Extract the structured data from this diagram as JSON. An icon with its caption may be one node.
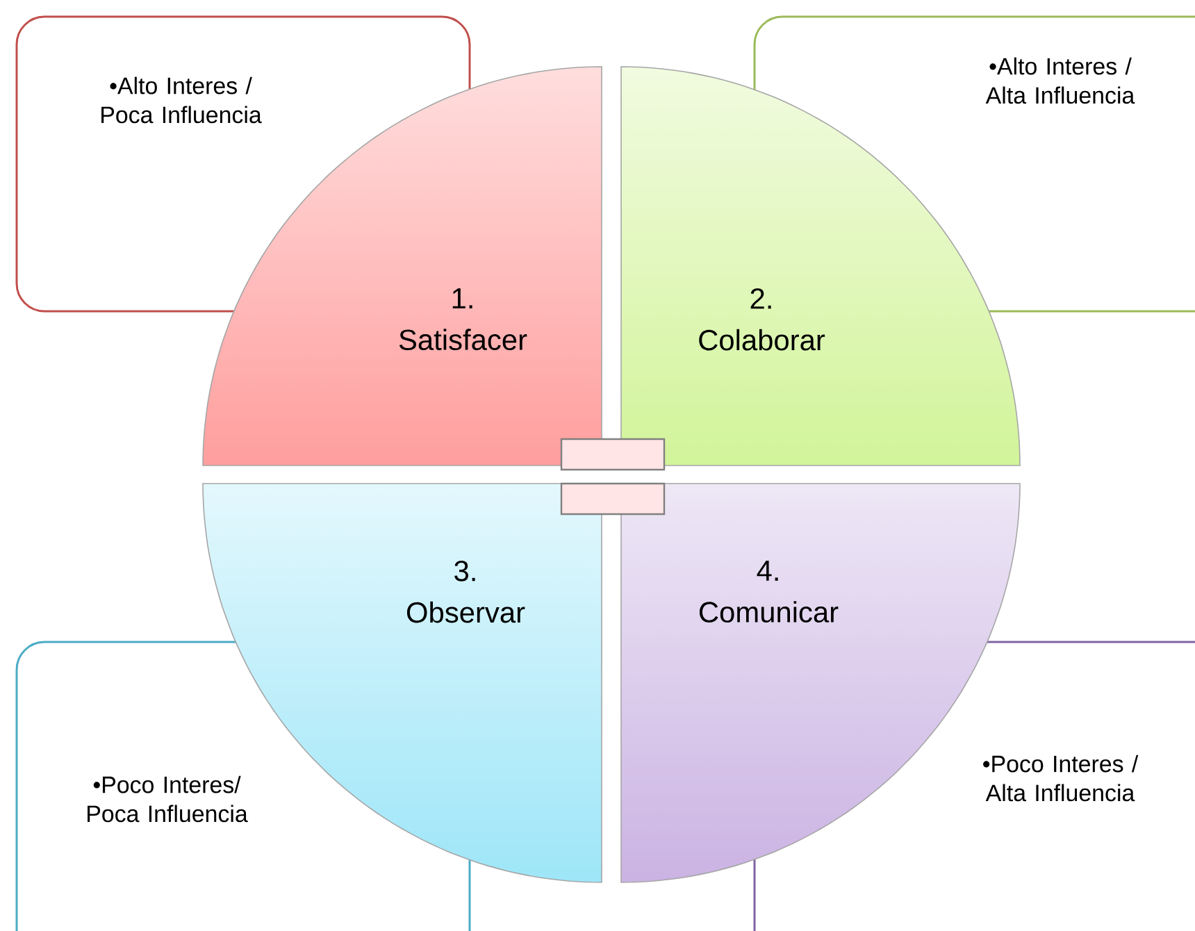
{
  "diagram": {
    "nodes": [
      {
        "text": [
          "•Alto Interes / Poca Influencia"
        ]
      },
      {
        "text": [
          "•Alto Interes / Alta Influencia"
        ]
      },
      {
        "text": [
          "1. Satisfacer"
        ]
      },
      {
        "text": [
          "2. Colaborar"
        ]
      },
      {
        "text": [],
        "shape": "bar"
      },
      {
        "text": [],
        "shape": "bar"
      },
      {
        "text": [
          "3. Observar"
        ]
      },
      {
        "text": [
          "4. Comunicar"
        ]
      },
      {
        "text": [
          "•Poco Interes/ Poca Influencia"
        ]
      },
      {
        "text": [
          "•Poco Interes / Alta Influencia"
        ]
      }
    ]
  }
}
